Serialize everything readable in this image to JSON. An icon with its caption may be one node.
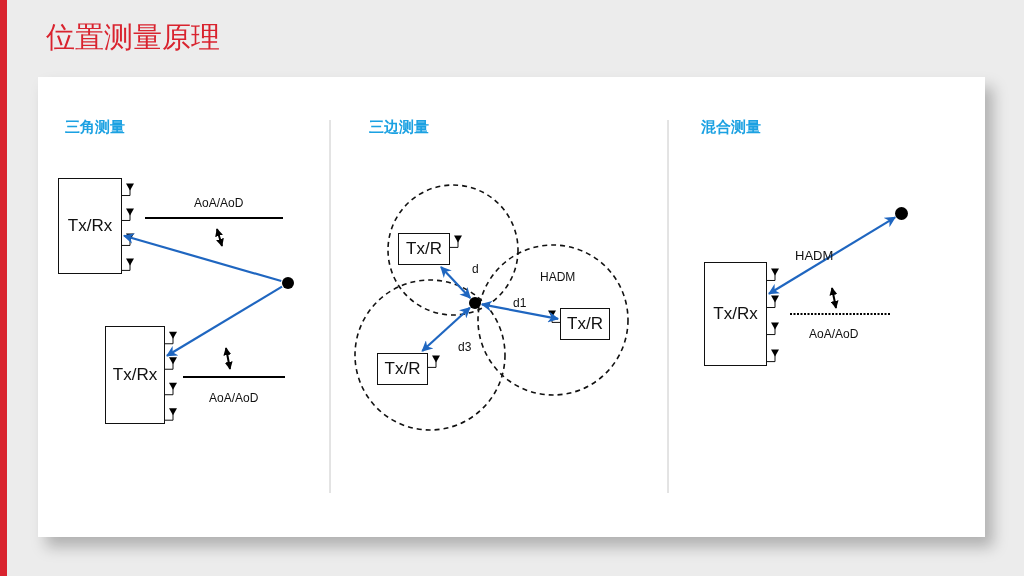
{
  "diagram": {
    "title": "位置测量原理",
    "nodes": [
      {
        "text": [
          "Tx/Rx"
        ]
      },
      {
        "text": [
          "Tx/Rx"
        ]
      },
      {
        "text": [],
        "shape": "circle"
      },
      {
        "text": [
          "Tx/R"
        ]
      },
      {
        "text": [
          "Tx/R"
        ]
      },
      {
        "text": [
          "Tx/R"
        ]
      },
      {
        "text": [],
        "shape": "circle"
      },
      {
        "text": [
          "Tx/Rx"
        ]
      },
      {
        "text": [],
        "shape": "circle"
      }
    ],
    "edges": [
      {
        "from": 2,
        "to": 0,
        "arrow": "to"
      },
      {
        "from": 2,
        "to": 1,
        "arrow": "to"
      },
      {
        "from": 3,
        "to": 6,
        "arrow": "both",
        "label": "d"
      },
      {
        "from": 6,
        "to": 4,
        "arrow": "both",
        "label": "d1"
      },
      {
        "from": 6,
        "to": 5,
        "arrow": "both",
        "label": "d3"
      },
      {
        "from": 7,
        "to": 8,
        "arrow": "both",
        "label": "HADM"
      }
    ],
    "labels": [
      "三角测量",
      "AoA/AoD",
      "AoA/AoD",
      "三边测量",
      "HADM",
      "混合测量",
      "AoA/AoD"
    ]
  }
}
